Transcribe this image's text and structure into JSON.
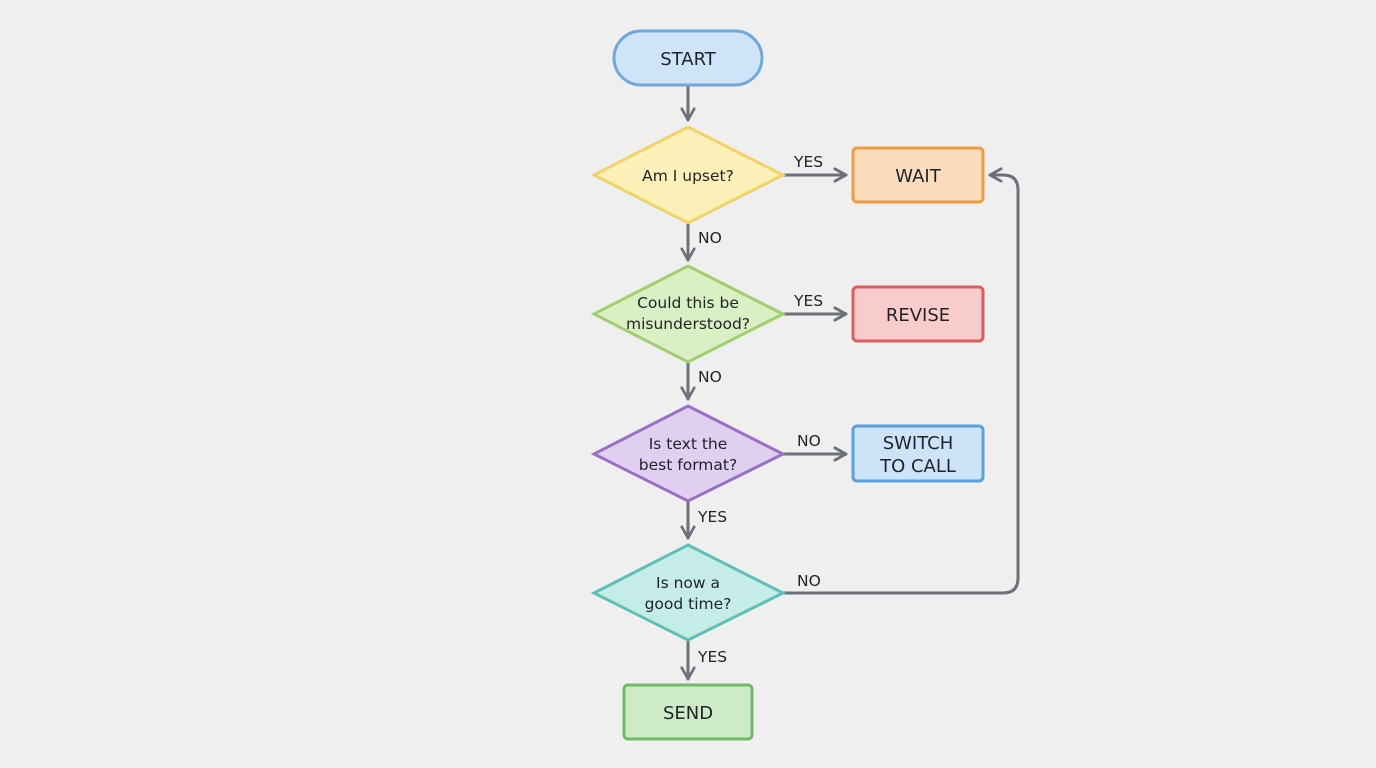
{
  "flowchart": {
    "start": {
      "label": "START",
      "fill": "#cfe4f8",
      "stroke": "#6fa8dc"
    },
    "decisions": [
      {
        "lines": [
          "Am I upset?"
        ],
        "fill": "#fbf1b8",
        "stroke": "#f0d468"
      },
      {
        "lines": [
          "Could this be",
          "misunderstood?"
        ],
        "fill": "#d9f0c4",
        "stroke": "#9fcf6f"
      },
      {
        "lines": [
          "Is text the",
          "best format?"
        ],
        "fill": "#dfd0f2",
        "stroke": "#9b6ec7"
      },
      {
        "lines": [
          "Is now a",
          "good time?"
        ],
        "fill": "#c6ece7",
        "stroke": "#5cc1b9"
      }
    ],
    "actions": [
      {
        "lines": [
          "WAIT"
        ],
        "fill": "#fbdcbd",
        "stroke": "#ef9b44"
      },
      {
        "lines": [
          "REVISE"
        ],
        "fill": "#f9cccc",
        "stroke": "#df5c5c"
      },
      {
        "lines": [
          "SWITCH",
          "TO CALL"
        ],
        "fill": "#cde4f8",
        "stroke": "#5aa0dc"
      }
    ],
    "send": {
      "label": "SEND",
      "fill": "#cdebc6",
      "stroke": "#6dbb69"
    },
    "down_labels": [
      "NO",
      "NO",
      "YES",
      "YES"
    ],
    "side_labels": [
      "YES",
      "YES",
      "NO",
      "NO"
    ],
    "edge_color": "#6b7079"
  }
}
